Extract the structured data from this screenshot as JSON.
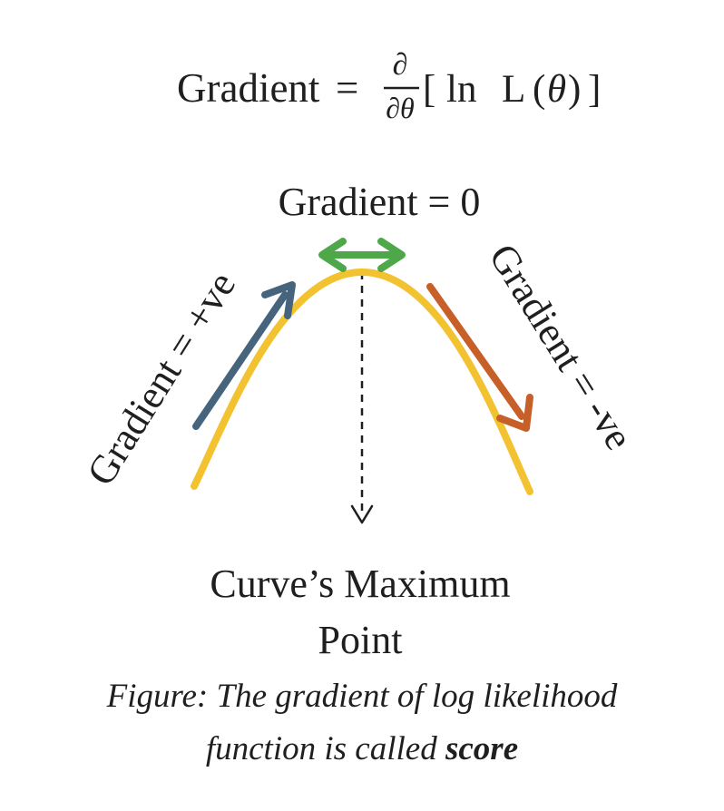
{
  "formula": {
    "lhs": "Gradient",
    "equals": "=",
    "numerator": "∂",
    "denominator": "∂θ",
    "open_bracket": "[",
    "ln": "ln",
    "func": "L",
    "open_paren": "(",
    "theta": "θ",
    "close_paren": ")",
    "close_bracket": "]"
  },
  "labels": {
    "top": "Gradient = 0",
    "left": "Gradient = +ve",
    "right": "Gradient = -ve",
    "maximum_line1": "Curve’s Maximum",
    "maximum_line2": "Point"
  },
  "caption": {
    "line1": "Figure: The gradient of log likelihood",
    "line2_prefix": "function is called ",
    "line2_bold": "score"
  },
  "colors": {
    "curve": "#F2C230",
    "left_arrow": "#46657D",
    "right_arrow": "#C75F28",
    "top_arrow": "#4EA84A",
    "dashed_line": "#1f1f1f",
    "text": "#1f1f1f"
  }
}
